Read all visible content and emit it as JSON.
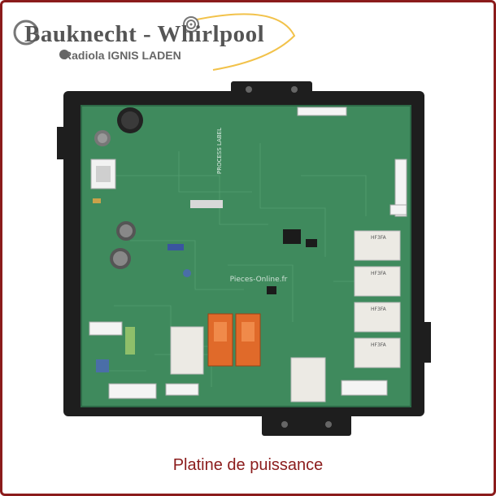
{
  "logo": {
    "brand_main": "Bauknecht - Whirlpool",
    "brand_sub": "Radiola IGNIS LADEN"
  },
  "board": {
    "silkscreen_label": "PROCESS LABEL",
    "relay_marking": "HF3FA",
    "watermark": "Pieces-Online.fr"
  },
  "caption": "Platine de puissance",
  "colors": {
    "frame": "#8b1c1c",
    "pcb": "#3f8a5d",
    "housing": "#1e1e1e",
    "relay_orange": "#e06a2a",
    "relay_white": "#eceae4"
  }
}
